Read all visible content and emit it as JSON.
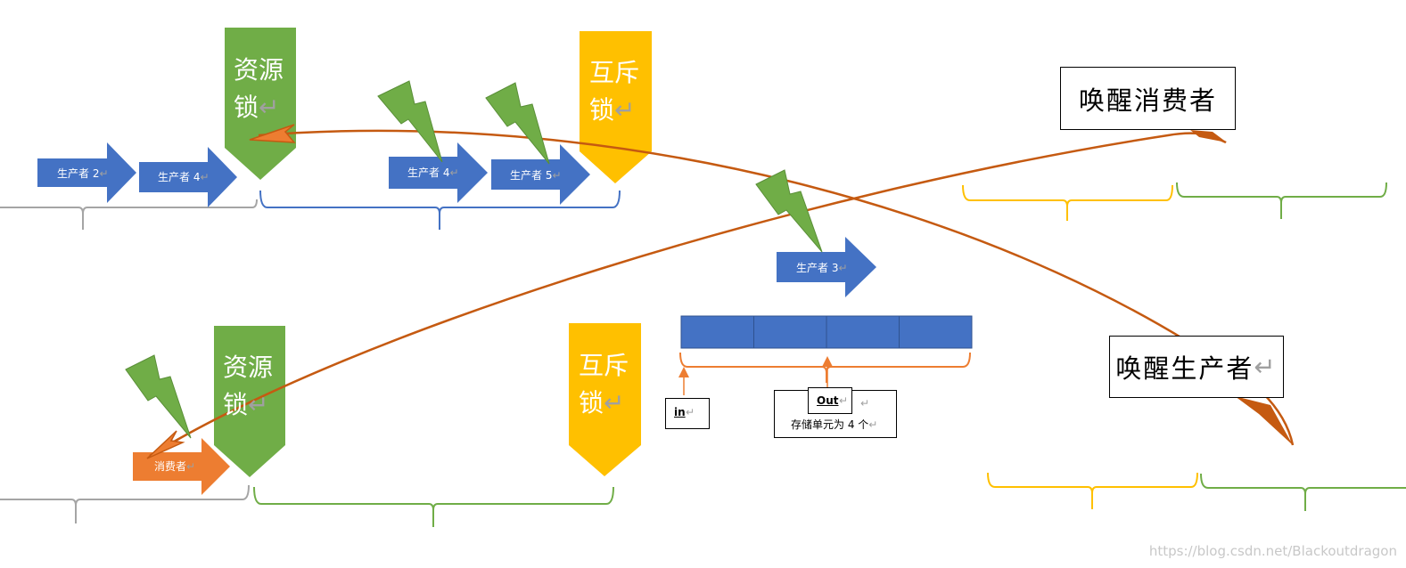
{
  "colors": {
    "producer_arrow": "#4472C4",
    "consumer_arrow": "#ED7D31",
    "resource_lock": "#70AD47",
    "mutex_lock": "#FFC000",
    "curve": "#C55A11",
    "lightning": "#70AD47",
    "buffer": "#4472C4",
    "brace_gray": "#A5A5A5",
    "brace_blue": "#4472C4",
    "brace_green": "#70AD47",
    "brace_yellow": "#FFC000",
    "brace_orange": "#ED7D31"
  },
  "producers": {
    "p2": "生产者 2",
    "p4_queue": "生产者 4",
    "p4_inside": "生产者 4",
    "p5": "生产者 5",
    "p3": "生产者 3"
  },
  "consumer": {
    "label": "消费者"
  },
  "locks": {
    "top_resource": {
      "line1": "资源",
      "line2": "锁"
    },
    "top_mutex": {
      "line1": "互斥",
      "line2": "锁"
    },
    "bottom_resource": {
      "line1": "资源",
      "line2": "锁"
    },
    "bottom_mutex": {
      "line1": "互斥",
      "line2": "锁"
    }
  },
  "wake_consumer": "唤醒消费者",
  "wake_producer": "唤醒生产者",
  "buffer": {
    "cells": 4,
    "in_label": "in",
    "out_label": "Out",
    "caption": "存储单元为 4 个"
  },
  "return_mark": "↵",
  "watermark": "https://blog.csdn.net/Blackoutdragon"
}
